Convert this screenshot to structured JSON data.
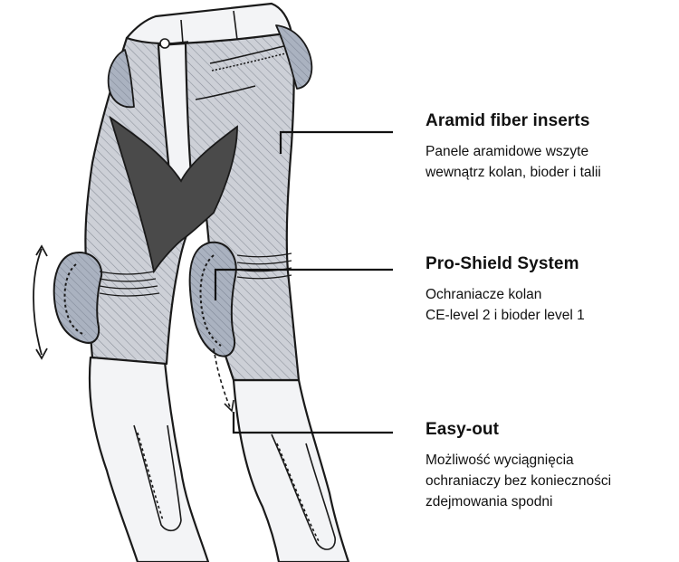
{
  "callouts": [
    {
      "title": "Aramid fiber inserts",
      "text": "Panele aramidowe wszyte\nwewnątrz kolan, bioder i talii"
    },
    {
      "title": "Pro-Shield System",
      "text": "Ochraniacze kolan\nCE-level 2 i bioder level 1"
    },
    {
      "title": "Easy-out",
      "text": "Możliwość wyciągnięcia\nochraniaczy bez konieczności\nzdejmowania spodni"
    }
  ],
  "colors": {
    "outline": "#1a1a1a",
    "hatched_panel": "#c9ccd3",
    "dark_insert": "#4a4a4a",
    "armor_pad": "#a9b1bf",
    "fabric_light": "#f3f4f6"
  },
  "icons": [
    "pants-illustration",
    "adjust-arrow-icon",
    "removal-arrow-icon"
  ]
}
